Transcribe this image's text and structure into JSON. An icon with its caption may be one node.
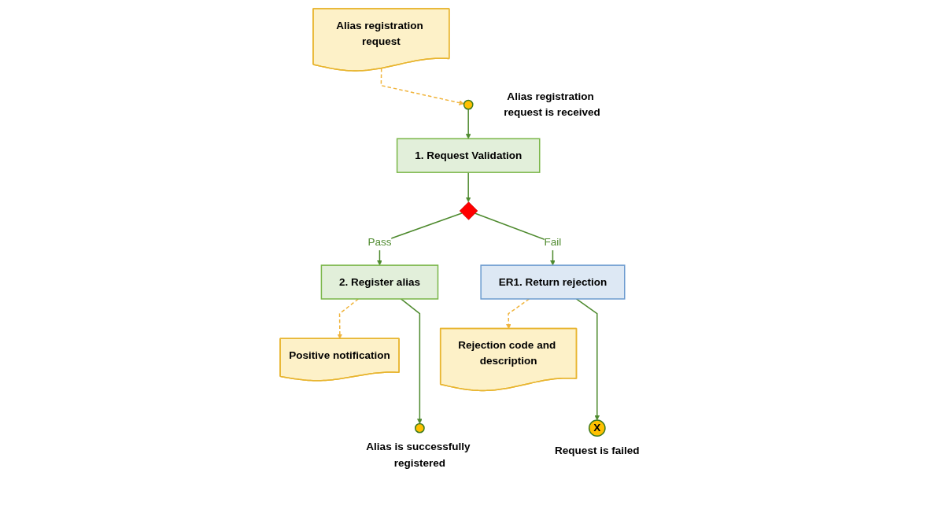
{
  "diagram": {
    "nodes": [
      {
        "text": [
          "Alias registration request"
        ]
      },
      {
        "text": [],
        "shape": "circle",
        "beside": [
          "Alias registration request is received"
        ]
      },
      {
        "text": [
          "1. Request Validation"
        ]
      },
      {
        "text": [],
        "shape": "diamond"
      },
      {
        "text": [
          "2. Register alias"
        ]
      },
      {
        "text": [
          "Positive notification"
        ]
      },
      {
        "text": [
          "Rejection code and description"
        ]
      },
      {
        "text": [
          "ER1. Return rejection"
        ]
      },
      {
        "text": [
          "X"
        ],
        "beside": [
          "Request is failed"
        ]
      },
      {
        "text": [],
        "shape": "circle",
        "beside": [
          "Alias is successfully registered"
        ]
      }
    ],
    "edges": [
      {
        "from": 0,
        "to": 1,
        "arrow": "to",
        "style": "dashed",
        "color": "#f0b43c"
      },
      {
        "from": 1,
        "to": 2,
        "arrow": "to"
      },
      {
        "from": 2,
        "to": 3,
        "arrow": "to"
      },
      {
        "from": 3,
        "to": 4,
        "arrow": "to",
        "label": "Pass"
      },
      {
        "from": 4,
        "to": 5,
        "arrow": "to",
        "style": "dashed",
        "color": "#f0b43c"
      },
      {
        "from": 3,
        "to": 7,
        "arrow": "to",
        "label": "Fail"
      },
      {
        "from": 7,
        "to": 6,
        "arrow": "to",
        "style": "dashed",
        "color": "#f0b43c"
      },
      {
        "from": 7,
        "to": 8,
        "arrow": "to"
      },
      {
        "from": 4,
        "to": 9,
        "arrow": "to"
      }
    ]
  }
}
